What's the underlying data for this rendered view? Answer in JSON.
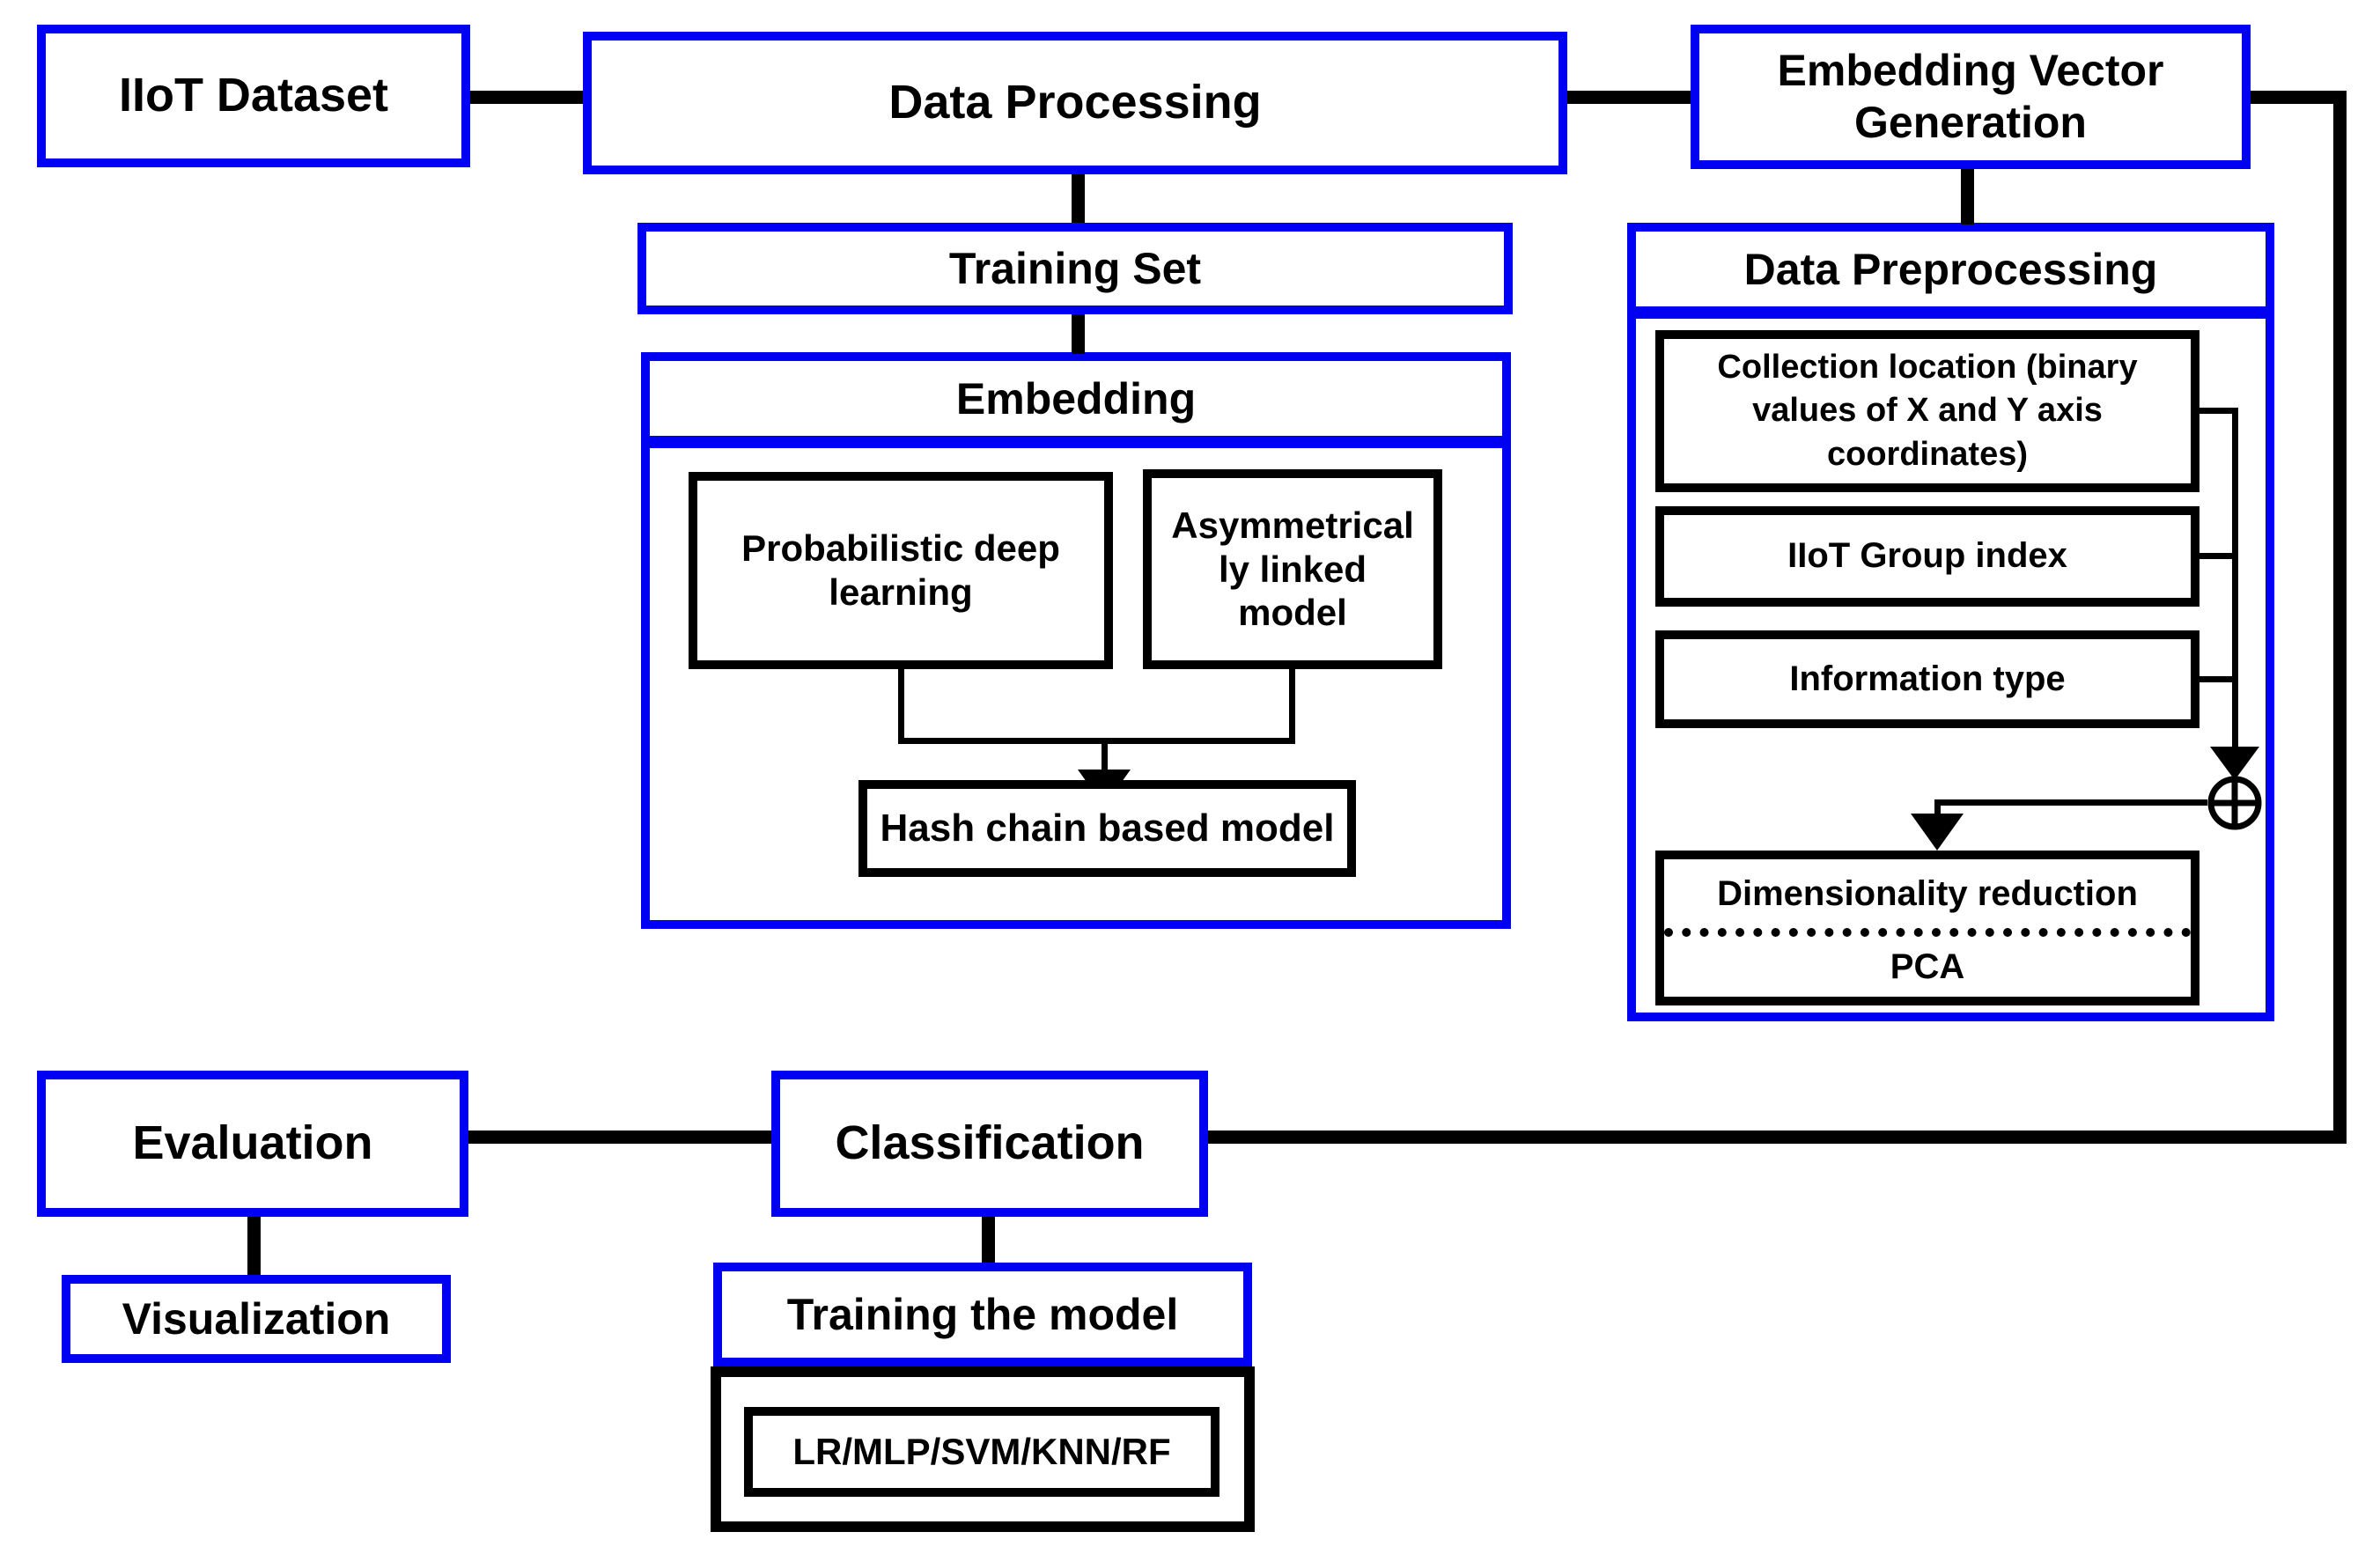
{
  "colors": {
    "container_border_blue": "#0000f2",
    "node_border_black": "#000000",
    "connector_black": "#000000",
    "background": "#ffffff",
    "text": "#000000"
  },
  "icons": {
    "xor_icon": "⊕",
    "arrowhead_icon": "▼"
  },
  "nodes": {
    "iiot_dataset": {
      "label": "IIoT Dataset"
    },
    "data_processing": {
      "label": "Data Processing"
    },
    "embedding_vector_generation": {
      "label": "Embedding Vector\nGeneration"
    },
    "training_set": {
      "label": "Training Set"
    },
    "embedding": {
      "label": "Embedding"
    },
    "probabilistic_deep_learning": {
      "label": "Probabilistic deep\nlearning"
    },
    "asymmetrically_linked_model": {
      "label": "Asymmetrical\nly linked\nmodel"
    },
    "hash_chain_based_model": {
      "label": "Hash chain based model"
    },
    "data_preprocessing": {
      "label": "Data Preprocessing"
    },
    "collection_location": {
      "label": "Collection location (binary\nvalues of X and Y axis\ncoordinates)"
    },
    "iiot_group_index": {
      "label": "IIoT Group index"
    },
    "information_type": {
      "label": "Information type"
    },
    "dimensionality_reduction": {
      "label": "Dimensionality reduction"
    },
    "pca": {
      "label": "PCA"
    },
    "evaluation": {
      "label": "Evaluation"
    },
    "classification": {
      "label": "Classification"
    },
    "visualization": {
      "label": "Visualization"
    },
    "training_the_model": {
      "label": "Training the model"
    },
    "model_list": {
      "label": "LR/MLP/SVM/KNN/RF"
    }
  }
}
